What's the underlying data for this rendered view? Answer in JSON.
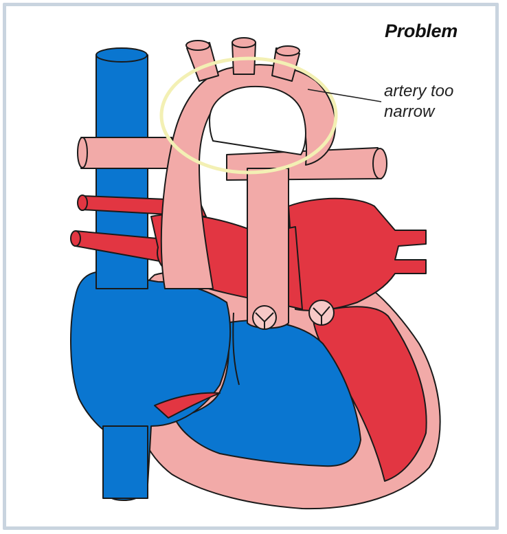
{
  "title": "Problem",
  "annotation": {
    "line1": "artery too",
    "line2": "narrow"
  },
  "colors": {
    "deoxygenated": "#0a76d0",
    "oxygenated": "#e23642",
    "tissue": "#f2aaa8",
    "tissue_dark": "#e39d9c",
    "highlight_ring": "#f3f0b4",
    "frame": "#c9d4df"
  }
}
